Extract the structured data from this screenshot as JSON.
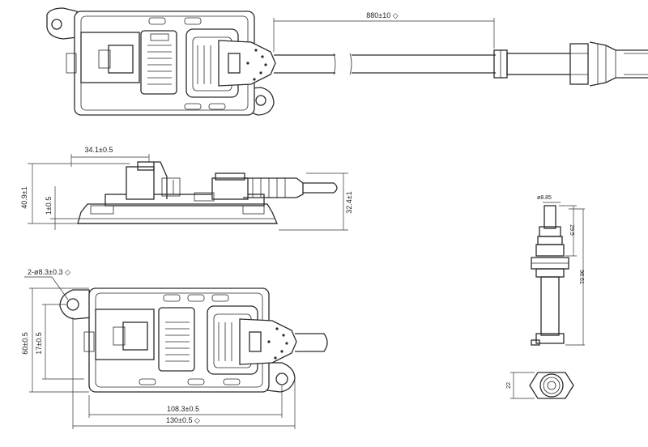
{
  "dimensions": {
    "cable_length": "880±10 ◇",
    "connector_offset": "34.1±0.5",
    "overall_height": "40.9±1",
    "base_thickness": "1±0.5",
    "connector_height": "32.4±1",
    "mount_holes": "2-ø8.3±0.3 ◇",
    "body_width": "60±0.5",
    "body_inner_width": "17±0.5",
    "hole_pitch": "108.3±0.5",
    "overall_length": "130±0.5 ◇",
    "probe_tip": "ø8.85",
    "probe_thread": "29.5",
    "probe_length": "96.61",
    "hex_size": "22"
  },
  "colors": {
    "line": "#2a2a2a",
    "background": "#ffffff"
  }
}
